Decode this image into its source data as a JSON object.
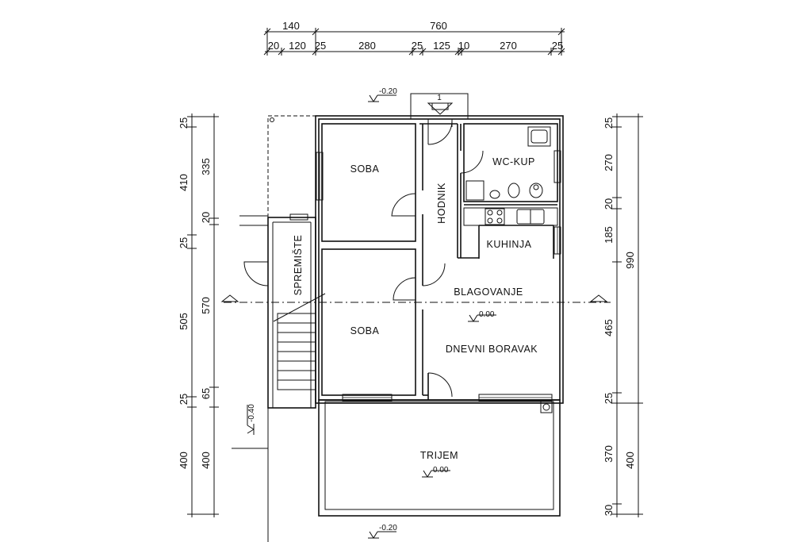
{
  "top_dims": {
    "overall": [
      "140",
      "760"
    ],
    "detail": [
      "20",
      "120",
      "25",
      "280",
      "25",
      "125",
      "10",
      "270",
      "25"
    ]
  },
  "left_dims": {
    "outer": [
      "25",
      "410",
      "25",
      "505",
      "25",
      "400"
    ],
    "inner": [
      "335",
      "20",
      "570",
      "65",
      "400"
    ]
  },
  "right_dims": {
    "inner": [
      "25",
      "270",
      "20",
      "185",
      "465",
      "25",
      "370",
      "30"
    ],
    "outer": [
      "990",
      "400"
    ]
  },
  "rooms": {
    "soba_top": "SOBA",
    "soba_bottom": "SOBA",
    "hodnik": "HODNIK",
    "wc": "WC-KUP",
    "kuhinja": "KUHINJA",
    "blagovanje": "BLAGOVANJE",
    "dnevni": "DNEVNI  BORAVAK",
    "spremiste": "SPREMIŠTE",
    "trijem": "TRIJEM"
  },
  "levels": {
    "entrance_top": "-0.20",
    "living": "0.00",
    "terrace": "0.00",
    "left_side": "-0.40",
    "bottom": "-0.20"
  },
  "entrance_marker": "1"
}
